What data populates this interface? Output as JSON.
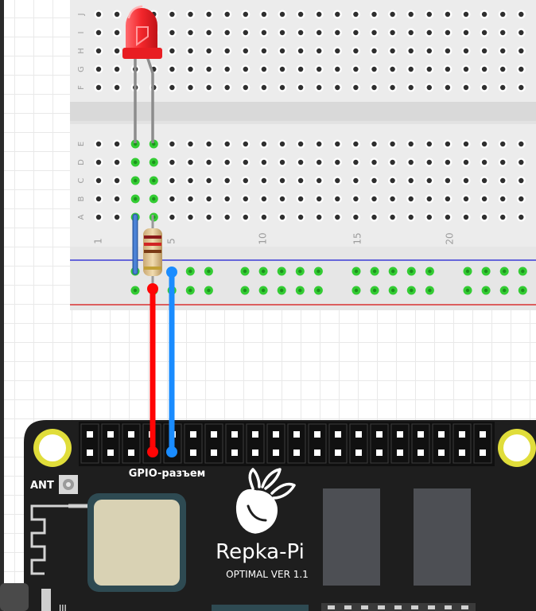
{
  "breadboard": {
    "row_labels_top": [
      "J",
      "I",
      "H",
      "G",
      "F"
    ],
    "row_labels_bottom": [
      "E",
      "D",
      "C",
      "B",
      "A"
    ],
    "column_numbers": [
      "1",
      "5",
      "10",
      "15",
      "20"
    ]
  },
  "board": {
    "gpio_label": "GPIO-разъем",
    "antenna_label": "ANT",
    "brand": "Repka-Pi",
    "version": "OPTIMAL  VER 1.1",
    "small_mark": "III"
  },
  "colors": {
    "led": "#f2262b",
    "wire_power": "#ff0505",
    "wire_ground": "#1a8cff",
    "jumper": "#3a73c9",
    "board": "#1e1e1e",
    "breadboard": "#ececec",
    "hole_active": "#33cc33"
  }
}
